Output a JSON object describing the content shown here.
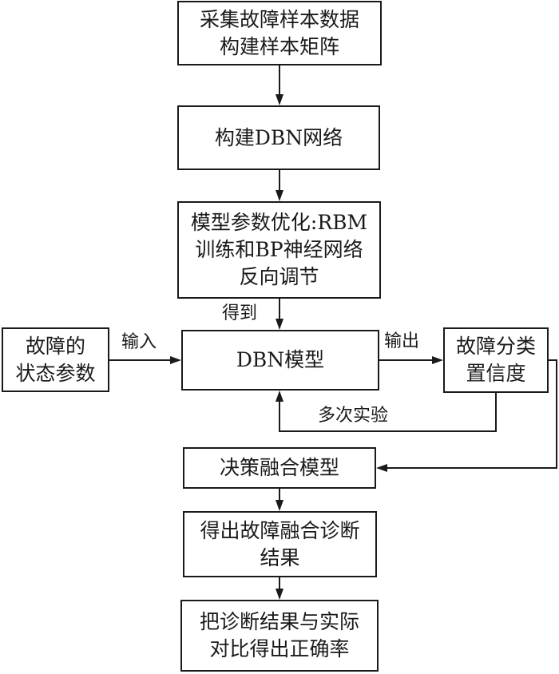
{
  "diagram": {
    "type": "flowchart",
    "nodes": {
      "collect_samples": "采集故障样本数据\n构建样本矩阵",
      "build_dbn": "构建DBN网络",
      "param_optimization": "模型参数优化:RBM\n训练和BP神经网络\n反向调节",
      "dbn_model": "DBN模型",
      "fault_state_params": "故障的\n状态参数",
      "fault_confidence": "故障分类\n置信度",
      "decision_fusion": "决策融合模型",
      "fusion_diagnosis_result": "得出故障融合诊断\n结果",
      "accuracy_comparison": "把诊断结果与实际\n对比得出正确率"
    },
    "edge_labels": {
      "obtain": "得到",
      "input": "输入",
      "output": "输出",
      "repeated_experiments": "多次实验"
    },
    "edges": [
      {
        "from": "collect_samples",
        "to": "build_dbn",
        "label": ""
      },
      {
        "from": "build_dbn",
        "to": "param_optimization",
        "label": ""
      },
      {
        "from": "param_optimization",
        "to": "dbn_model",
        "label": "得到"
      },
      {
        "from": "fault_state_params",
        "to": "dbn_model",
        "label": "输入"
      },
      {
        "from": "dbn_model",
        "to": "fault_confidence",
        "label": "输出"
      },
      {
        "from": "fault_confidence",
        "to": "dbn_model",
        "label": "多次实验"
      },
      {
        "from": "fault_confidence",
        "to": "decision_fusion",
        "label": ""
      },
      {
        "from": "decision_fusion",
        "to": "fusion_diagnosis_result",
        "label": ""
      },
      {
        "from": "fusion_diagnosis_result",
        "to": "accuracy_comparison",
        "label": ""
      }
    ]
  }
}
